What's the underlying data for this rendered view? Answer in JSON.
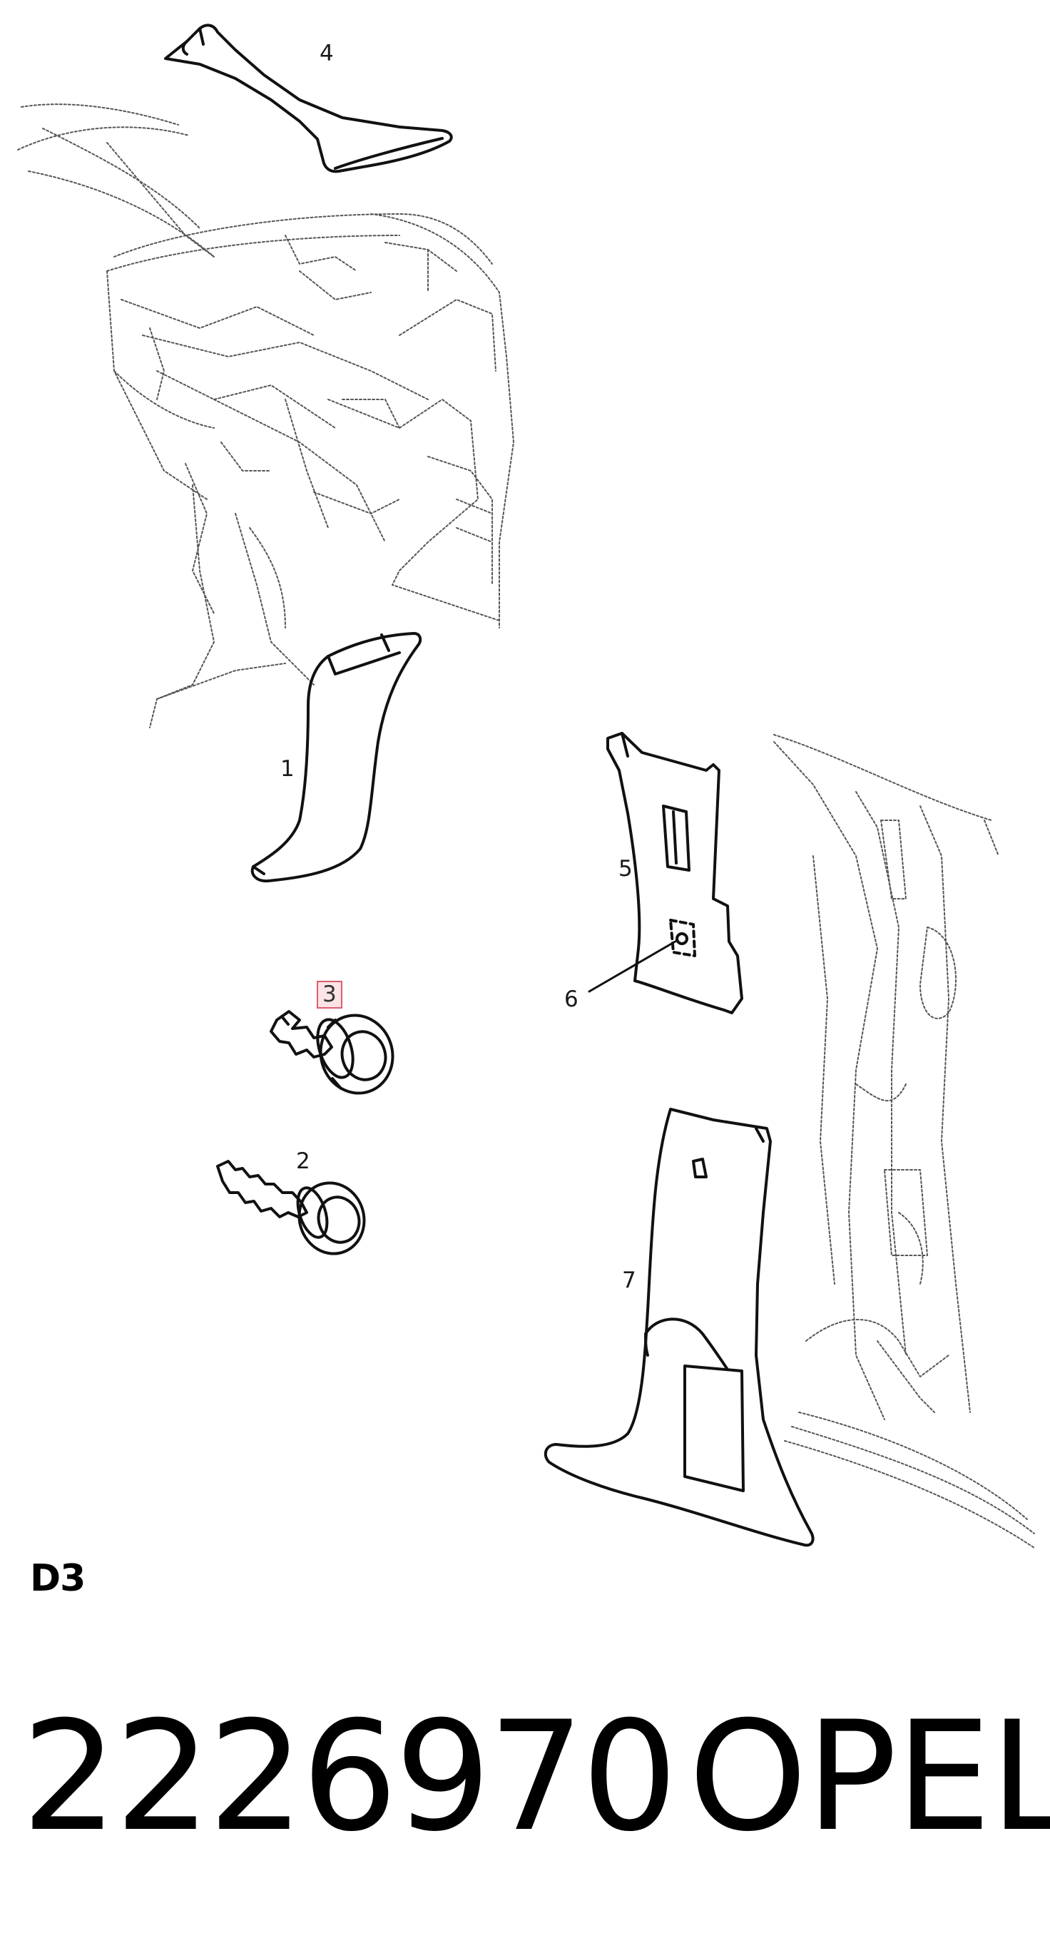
{
  "callouts": {
    "c1": "1",
    "c2": "2",
    "c3": "3",
    "c4": "4",
    "c5": "5",
    "c6": "6",
    "c7": "7"
  },
  "highlighted_callout": "3",
  "section_code": "D3",
  "footer": {
    "part_number": "2226970",
    "brand": "OPEL"
  },
  "colors": {
    "line": "#111111",
    "sketch": "#555555",
    "highlight_border": "#d9606c",
    "highlight_fill": "#fbe3e6"
  }
}
